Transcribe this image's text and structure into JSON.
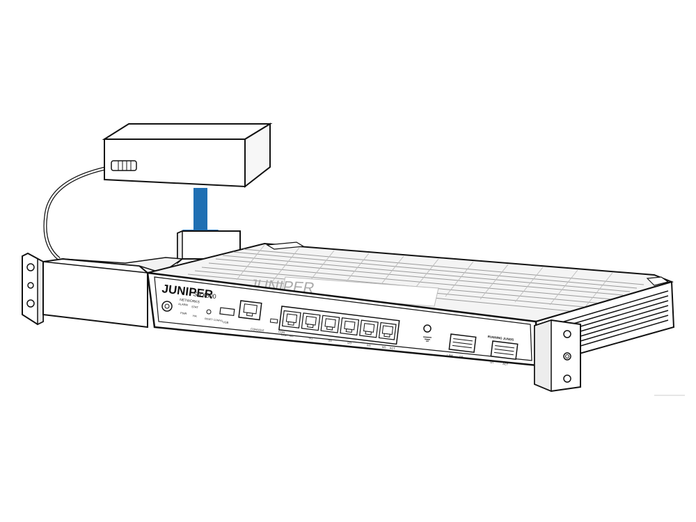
{
  "device": {
    "brand": "JUNIPER",
    "brand_sub": "NETWORKS",
    "model": "SRX300"
  },
  "front_panel": {
    "led_labels": [
      "ALARM",
      "PWR",
      "STAT",
      "HA"
    ],
    "reset_label": "RESET CONFIG",
    "usb_label": "USB",
    "console_label": "CONSOLE",
    "mini_usb_label": "CON",
    "port_labels": [
      "0/0",
      "0/1",
      "0/2",
      "0/3",
      "0/4",
      "0/5"
    ],
    "act_label": "ACT",
    "link_label": "LINK",
    "sfp_labels": [
      "LINK",
      "0/6",
      "0/7",
      "ACT"
    ],
    "running_label": "RUNNING JUNOS"
  },
  "colors": {
    "arrow": "#1f6fb3",
    "line": "#111111",
    "body": "#f4f4f4"
  },
  "icons": [
    "down-arrow-icon",
    "ground-icon"
  ]
}
